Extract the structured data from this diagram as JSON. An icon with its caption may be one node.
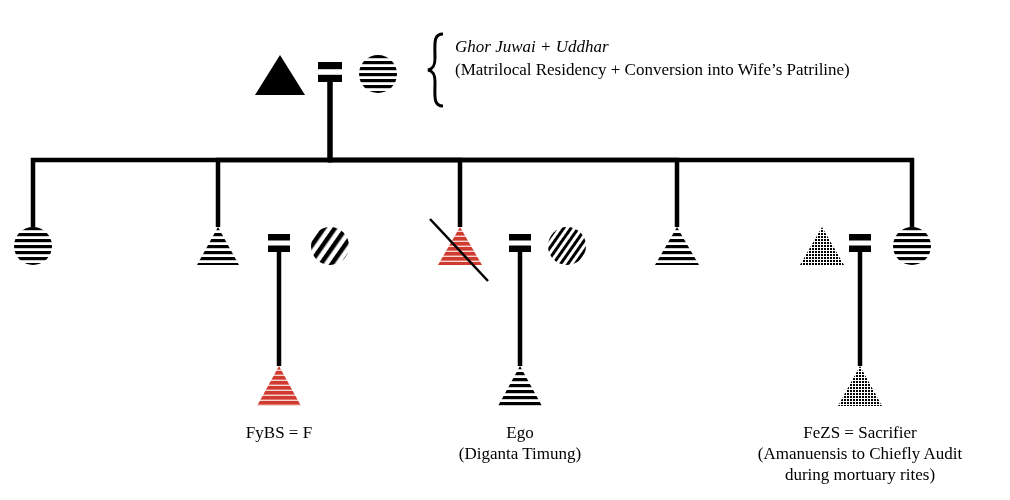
{
  "diagram": {
    "nodes": [
      {
        "text": [],
        "shape": "triangle"
      },
      {
        "text": [],
        "shape": "equals"
      },
      {
        "text": [],
        "shape": "circle"
      },
      {
        "text": [],
        "shape": "circle"
      },
      {
        "text": [],
        "shape": "triangle"
      },
      {
        "text": [],
        "shape": "equals"
      },
      {
        "text": [],
        "shape": "circle"
      },
      {
        "text": [],
        "shape": "triangle"
      },
      {
        "text": [],
        "shape": "equals"
      },
      {
        "text": [],
        "shape": "circle"
      },
      {
        "text": [],
        "shape": "triangle"
      },
      {
        "text": [],
        "shape": "triangle"
      },
      {
        "text": [],
        "shape": "equals"
      },
      {
        "text": [],
        "shape": "circle"
      },
      {
        "text": [
          "FyBS = F"
        ]
      },
      {
        "text": [
          "Ego",
          "(Diganta Timung)"
        ]
      },
      {
        "text": [
          "FeZS = Sacrifier",
          "(Amanuensis to Chiefly Audit during mortuary rites)"
        ]
      }
    ],
    "edges": [
      {
        "from": 1,
        "to": 3,
        "arrow": "none"
      },
      {
        "from": 1,
        "to": 4,
        "arrow": "none"
      },
      {
        "from": 1,
        "to": 7,
        "arrow": "none"
      },
      {
        "from": 1,
        "to": 10,
        "arrow": "none"
      },
      {
        "from": 1,
        "to": 13,
        "arrow": "none"
      },
      {
        "from": 5,
        "to": 14,
        "arrow": "none"
      },
      {
        "from": 8,
        "to": 15,
        "arrow": "none"
      },
      {
        "from": 12,
        "to": 16,
        "arrow": "none"
      }
    ],
    "labels": [
      "Ghor Juwai + Uddhar",
      "(Matrilocal Residency + Conversion into Wife’s Patriline)"
    ]
  }
}
